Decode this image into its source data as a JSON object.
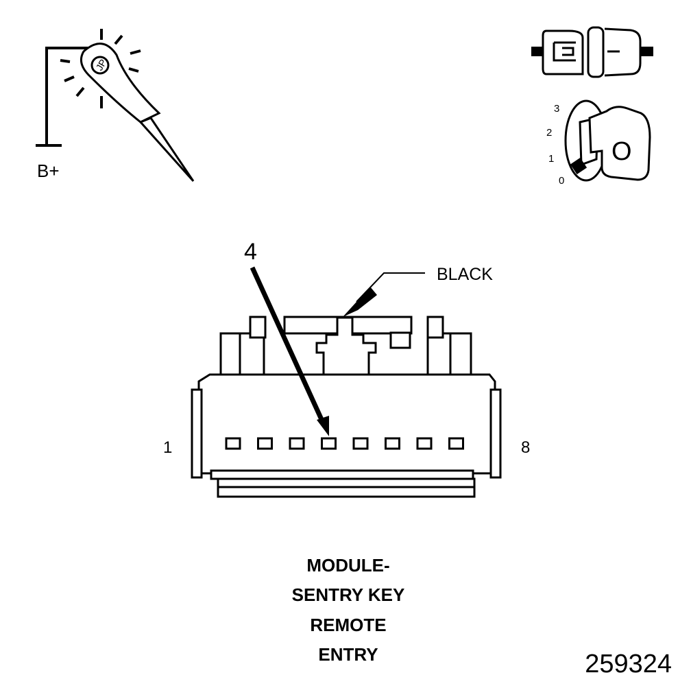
{
  "probe": {
    "label": "B+"
  },
  "ignition": {
    "positions": [
      "3",
      "2",
      "1",
      "0"
    ],
    "key_letter": "O"
  },
  "connector": {
    "color_label": "BLACK",
    "pin_callout": "4",
    "pin_first": "1",
    "pin_last": "8",
    "pin_count": 8,
    "highlighted_pin": 4
  },
  "caption": {
    "lines": [
      "MODULE-",
      "SENTRY KEY",
      "REMOTE",
      "ENTRY"
    ]
  },
  "figure_number": "259324",
  "icons": [
    "test-light-probe-icon",
    "ignition-switch-icon",
    "ignition-key-icon"
  ]
}
